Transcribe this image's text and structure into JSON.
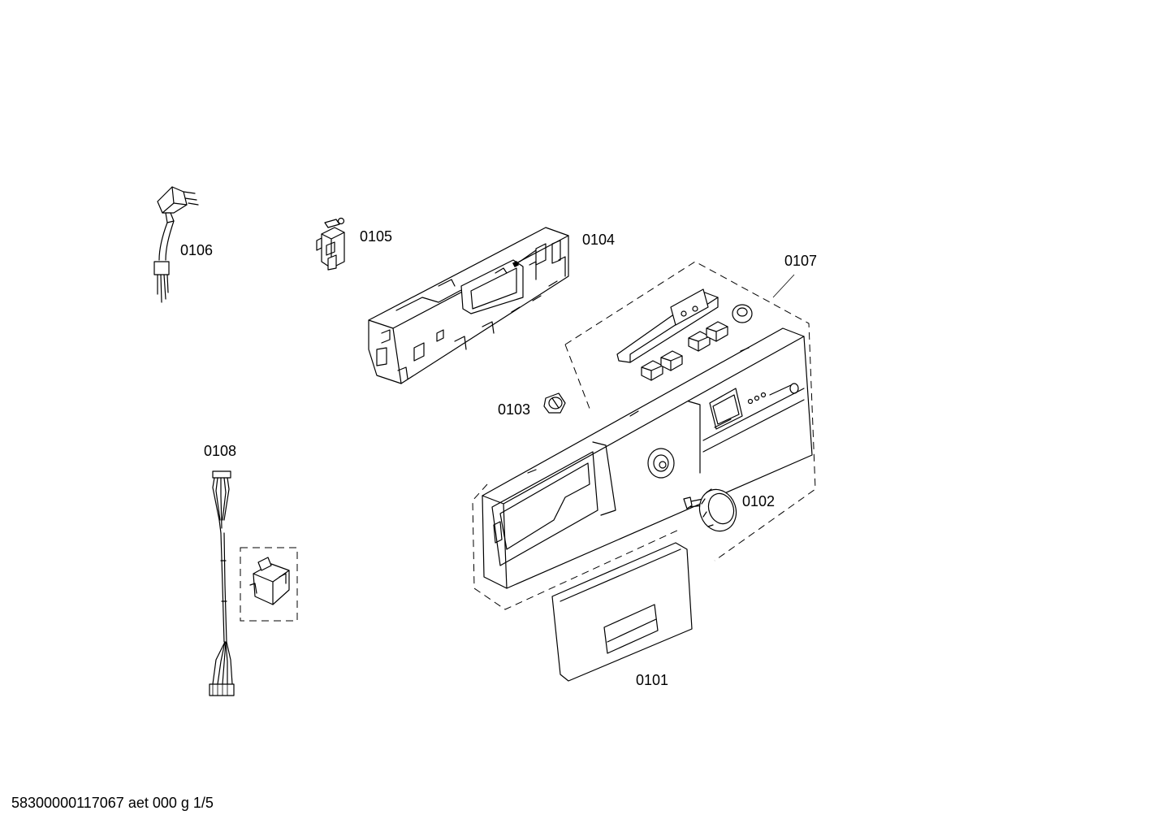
{
  "diagram": {
    "part_labels": {
      "p0101": "0101",
      "p0102": "0102",
      "p0103": "0103",
      "p0104": "0104",
      "p0105": "0105",
      "p0106": "0106",
      "p0107": "0107",
      "p0108": "0108"
    },
    "footer": "58300000117067 aet 000 g 1/5"
  }
}
